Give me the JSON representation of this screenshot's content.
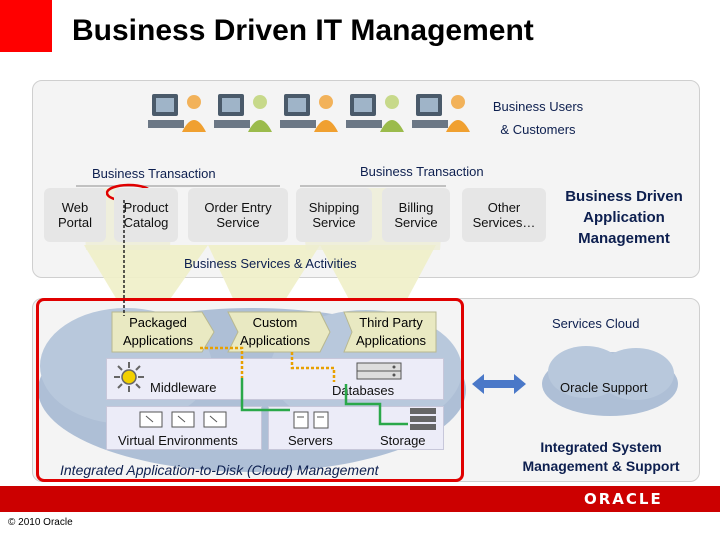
{
  "title": "Business Driven IT Management",
  "users_label_1": "Business Users",
  "users_label_2": "& Customers",
  "transaction_left": "Business Transaction",
  "transaction_right": "Business Transaction",
  "services": {
    "web_portal": [
      "Web",
      "Portal"
    ],
    "product_catalog": [
      "Product",
      "Catalog"
    ],
    "order_entry": [
      "Order Entry",
      "Service"
    ],
    "shipping": [
      "Shipping",
      "Service"
    ],
    "billing": [
      "Billing",
      "Service"
    ],
    "other": [
      "Other",
      "Services…"
    ]
  },
  "bdam": [
    "Business Driven",
    "Application",
    "Management"
  ],
  "services_activities": "Business Services & Activities",
  "apps": {
    "packaged": [
      "Packaged",
      "Applications"
    ],
    "custom": [
      "Custom",
      "Applications"
    ],
    "third_party": [
      "Third Party",
      "Applications"
    ]
  },
  "middleware": "Middleware",
  "databases": "Databases",
  "virtual_env": "Virtual Environments",
  "servers": "Servers",
  "storage": "Storage",
  "cloud_mgmt": "Integrated Application-to-Disk (Cloud) Management",
  "services_cloud": "Services Cloud",
  "oracle_support": "Oracle Support",
  "integrated_support": [
    "Integrated System",
    "Management & Support"
  ],
  "oracle_logo": "ORACLE",
  "copyright": "© 2010 Oracle",
  "colors": {
    "brand_red": "#ff0000",
    "footer_red": "#cc0000",
    "navy": "#0d1f4f",
    "cloud_blue": "#aebfd6"
  }
}
